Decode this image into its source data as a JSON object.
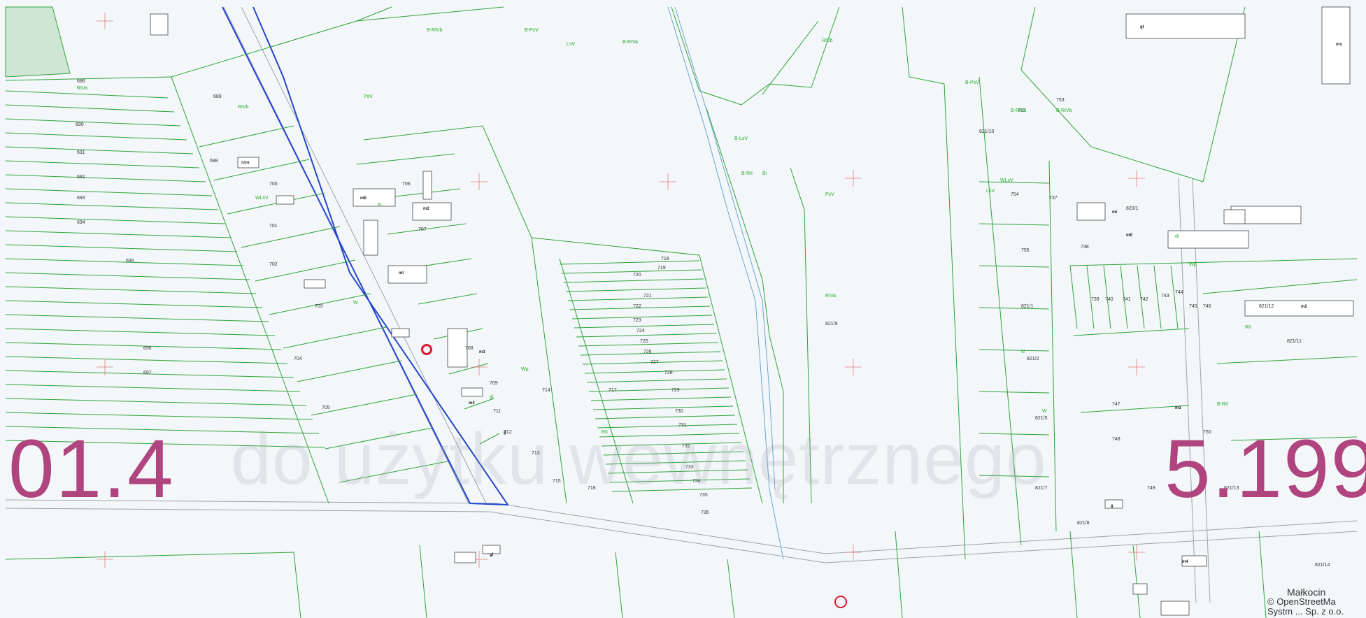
{
  "overlay": {
    "left_number": "01.4",
    "right_number": "5.199",
    "watermark": "do użytku wewnętrznego",
    "place_name": "Małkocin",
    "attribution_line1": "© OpenStreetMa",
    "attribution_line2": "Systm ... Sp. z o.o."
  },
  "colors": {
    "parcel_lines": "#2ea33a",
    "road_boundary": "#2448c8",
    "overlay_numbers": "#b0447f",
    "marker": "#d41c2c",
    "buildings": "#222222",
    "background": "#f4f7f9"
  },
  "labels": {
    "parcels": [
      "686",
      "689",
      "690",
      "691",
      "692",
      "693",
      "694",
      "695",
      "696",
      "697",
      "698",
      "699",
      "700",
      "701",
      "702",
      "703",
      "704",
      "705",
      "706",
      "707",
      "708",
      "709",
      "711",
      "712",
      "713",
      "714",
      "715",
      "716",
      "717",
      "718",
      "719",
      "720",
      "721",
      "722",
      "723",
      "724",
      "725",
      "726",
      "727",
      "728",
      "729",
      "730",
      "731",
      "732",
      "733",
      "734",
      "735",
      "736",
      "737",
      "738",
      "739",
      "740",
      "741",
      "742",
      "743",
      "744",
      "745",
      "746",
      "747",
      "748",
      "749",
      "750",
      "751",
      "752",
      "753",
      "754",
      "755",
      "821/1",
      "821/2",
      "821/5",
      "821/7",
      "821/8",
      "821/9",
      "821/10",
      "821/11",
      "821/12",
      "821/13",
      "821/14",
      "820/1"
    ],
    "land_use": [
      "RIVa",
      "RIVb",
      "PsV",
      "B-PsV",
      "B-RIVa",
      "B-RIVb",
      "LsV",
      "WLsV",
      "N",
      "W",
      "dr",
      "Wp",
      "RII",
      "B-RII",
      "Bi",
      "B-LsV"
    ],
    "building_codes": [
      "mE",
      "mI",
      "m2",
      "m3",
      "m4",
      "g",
      "gI",
      "ms"
    ]
  }
}
